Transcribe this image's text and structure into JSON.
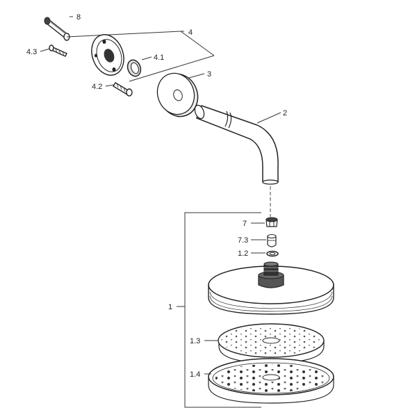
{
  "diagram": {
    "labels": {
      "p8": "8",
      "p4": "4",
      "p4_3": "4.3",
      "p4_1": "4.1",
      "p3": "3",
      "p4_2": "4.2",
      "p2": "2",
      "p7": "7",
      "p7_3": "7.3",
      "p1_2": "1.2",
      "p1": "1",
      "p1_3": "1.3",
      "p1_4": "1.4"
    }
  }
}
